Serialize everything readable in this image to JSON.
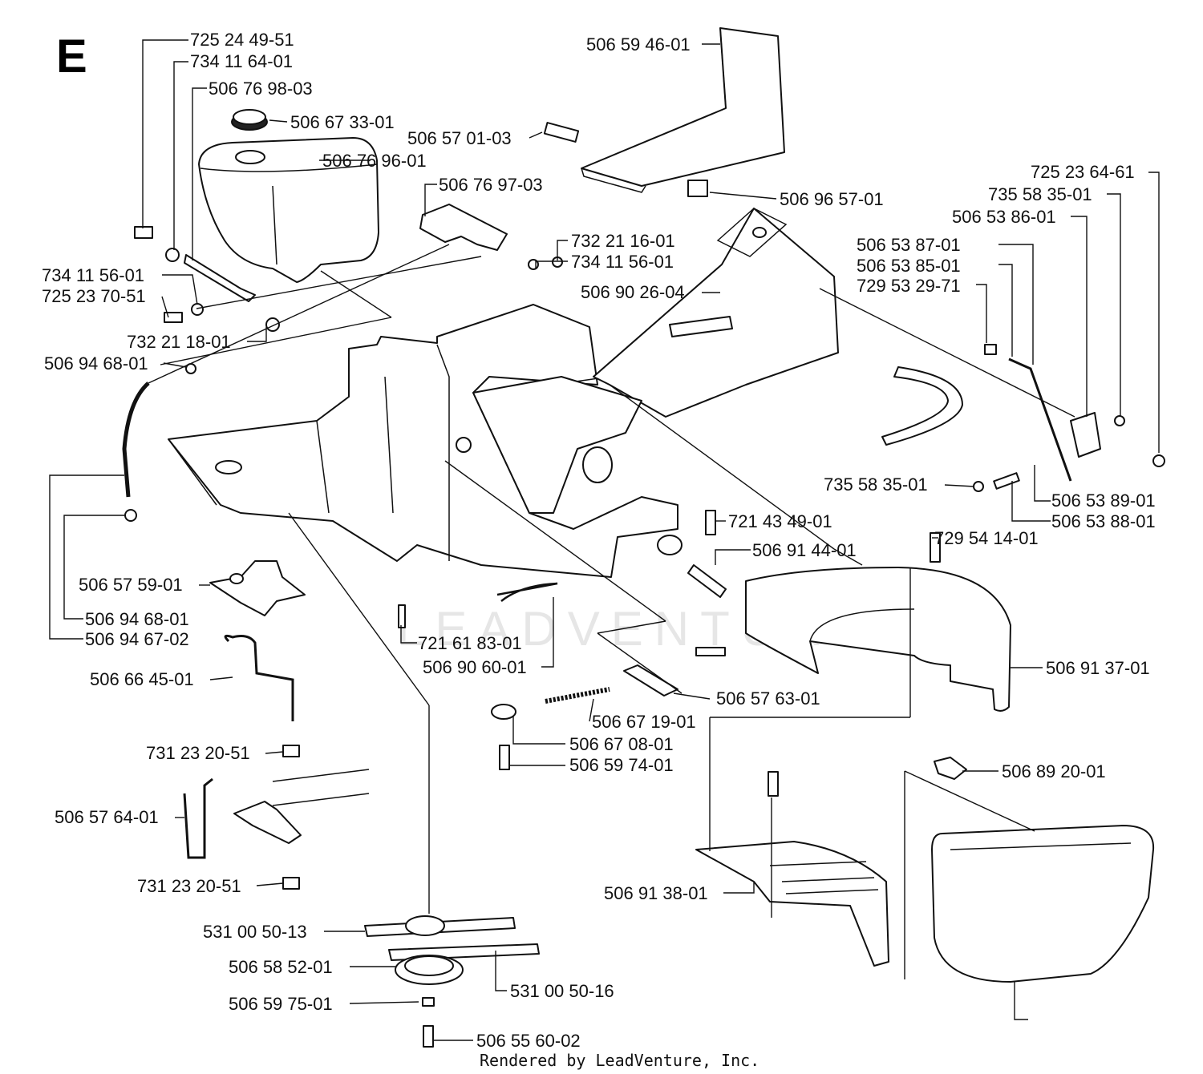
{
  "section": "E",
  "footer": "Rendered by LeadVenture, Inc.",
  "watermark": "LEADVENTURE",
  "parts": [
    "725 24 49-51",
    "734 11 64-01",
    "506 76 98-03",
    "506 67 33-01",
    "506 76 96-01",
    "506 76 97-03",
    "506 59 46-01",
    "506 57 01-03",
    "506 96 57-01",
    "725 23 64-61",
    "735 58 35-01",
    "506 53 86-01",
    "506 53 87-01",
    "506 53 85-01",
    "729 53 29-71",
    "732 21 16-01",
    "734 11 56-01",
    "506 90 26-04",
    "734 11 56-01",
    "725 23 70-51",
    "732 21 18-01",
    "506 94 68-01",
    "735 58 35-01",
    "506 53 89-01",
    "506 53 88-01",
    "721 43 49-01",
    "506 91 44-01",
    "729 54 14-01",
    "506 57 59-01",
    "506 94 68-01",
    "506 94 67-02",
    "721 61 83-01",
    "506 90 60-01",
    "506 91 37-01",
    "506 66 45-01",
    "506 57 63-01",
    "506 67 19-01",
    "506 67 08-01",
    "506 59 74-01",
    "731 23 20-51",
    "506 89 20-01",
    "506 57 64-01",
    "731 23 20-51",
    "506 91 38-01",
    "531 00 50-13",
    "506 58 52-01",
    "531 00 50-16",
    "506 59 75-01",
    "506 55 60-02"
  ]
}
